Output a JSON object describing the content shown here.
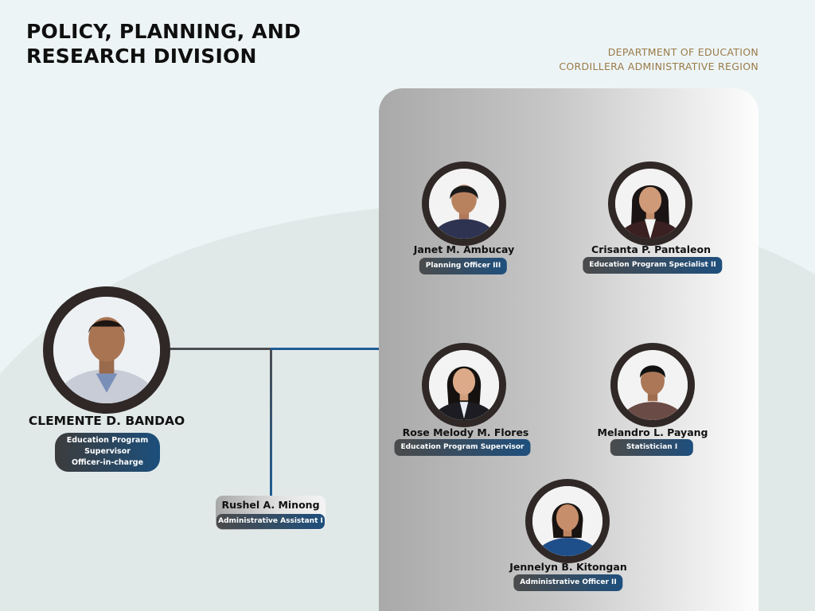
{
  "header": {
    "title_line1": "POLICY, PLANNING, AND",
    "title_line2": "RESEARCH DIVISION",
    "org_line1": "DEPARTMENT OF EDUCATION",
    "org_line2": "CORDILLERA ADMINISTRATIVE REGION"
  },
  "head": {
    "name": "CLEMENTE D. BANDAO",
    "role_line1": "Education Program",
    "role_line2": "Supervisor",
    "role_line3": "Officer-in-charge"
  },
  "assistant": {
    "name": "Rushel A. Minong",
    "role": "Administrative Assistant I"
  },
  "staff": [
    {
      "name": "Janet M. Ambucay",
      "role": "Planning Officer III"
    },
    {
      "name": "Crisanta P. Pantaleon",
      "role": "Education Program Specialist II"
    },
    {
      "name": "Rose Melody M. Flores",
      "role": "Education Program Supervisor"
    },
    {
      "name": "Melandro L. Payang",
      "role": "Statistician I"
    },
    {
      "name": "Jennelyn B. Kitongan",
      "role": "Administrative Officer II"
    }
  ],
  "colors": {
    "background": "#edf4f6",
    "connector_blue": "#1f5c93",
    "connector_gray": "#4a4d52",
    "org_text": "#9a7b47",
    "photo_ring": "#2f2826"
  }
}
